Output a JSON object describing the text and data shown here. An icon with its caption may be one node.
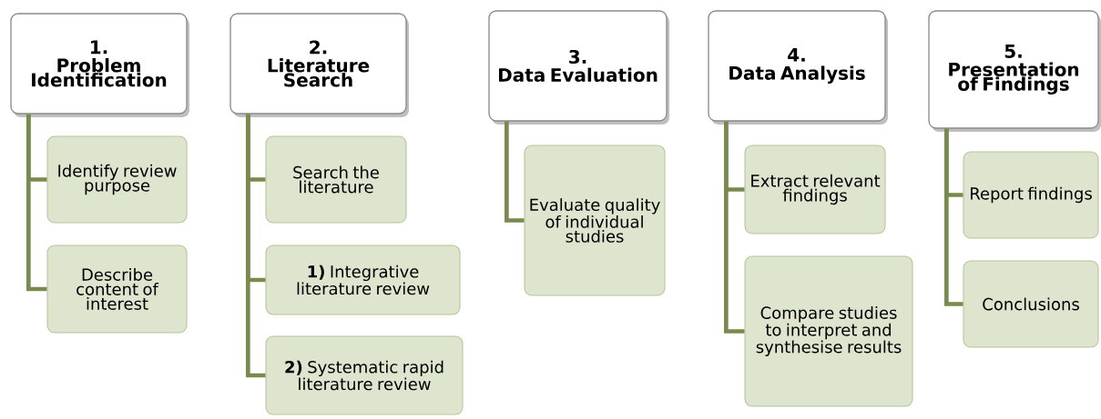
{
  "diagram": {
    "nodes": [
      {
        "text": [
          "1.",
          "Problem Identification"
        ]
      },
      {
        "text": [
          "Identify review purpose"
        ]
      },
      {
        "text": [
          "Describe content of interest"
        ]
      },
      {
        "text": [
          "2.",
          "Literature Search"
        ]
      },
      {
        "text": [
          "Search the literature"
        ]
      },
      {
        "text": [
          "**1)** Integrative literature review"
        ]
      },
      {
        "text": [
          "**2)** Systematic rapid literature review"
        ]
      },
      {
        "text": [
          "3.",
          "Data Evaluation"
        ]
      },
      {
        "text": [
          "Evaluate quality of individual studies"
        ]
      },
      {
        "text": [
          "4.",
          "Data Analysis"
        ]
      },
      {
        "text": [
          "Extract relevant findings"
        ]
      },
      {
        "text": [
          "Compare studies to interpret and synthesise results"
        ]
      },
      {
        "text": [
          "5.",
          "Presentation of Findings"
        ]
      },
      {
        "text": [
          "Report findings"
        ]
      },
      {
        "text": [
          "Conclusions"
        ]
      }
    ],
    "edges": [
      {
        "from": 0,
        "to": 1,
        "arrow": "none"
      },
      {
        "from": 0,
        "to": 2,
        "arrow": "none"
      },
      {
        "from": 3,
        "to": 4,
        "arrow": "none"
      },
      {
        "from": 3,
        "to": 5,
        "arrow": "none"
      },
      {
        "from": 3,
        "to": 6,
        "arrow": "none"
      },
      {
        "from": 7,
        "to": 8,
        "arrow": "none"
      },
      {
        "from": 9,
        "to": 10,
        "arrow": "none"
      },
      {
        "from": 9,
        "to": 11,
        "arrow": "none"
      },
      {
        "from": 12,
        "to": 13,
        "arrow": "none"
      },
      {
        "from": 12,
        "to": 14,
        "arrow": "none"
      }
    ]
  }
}
